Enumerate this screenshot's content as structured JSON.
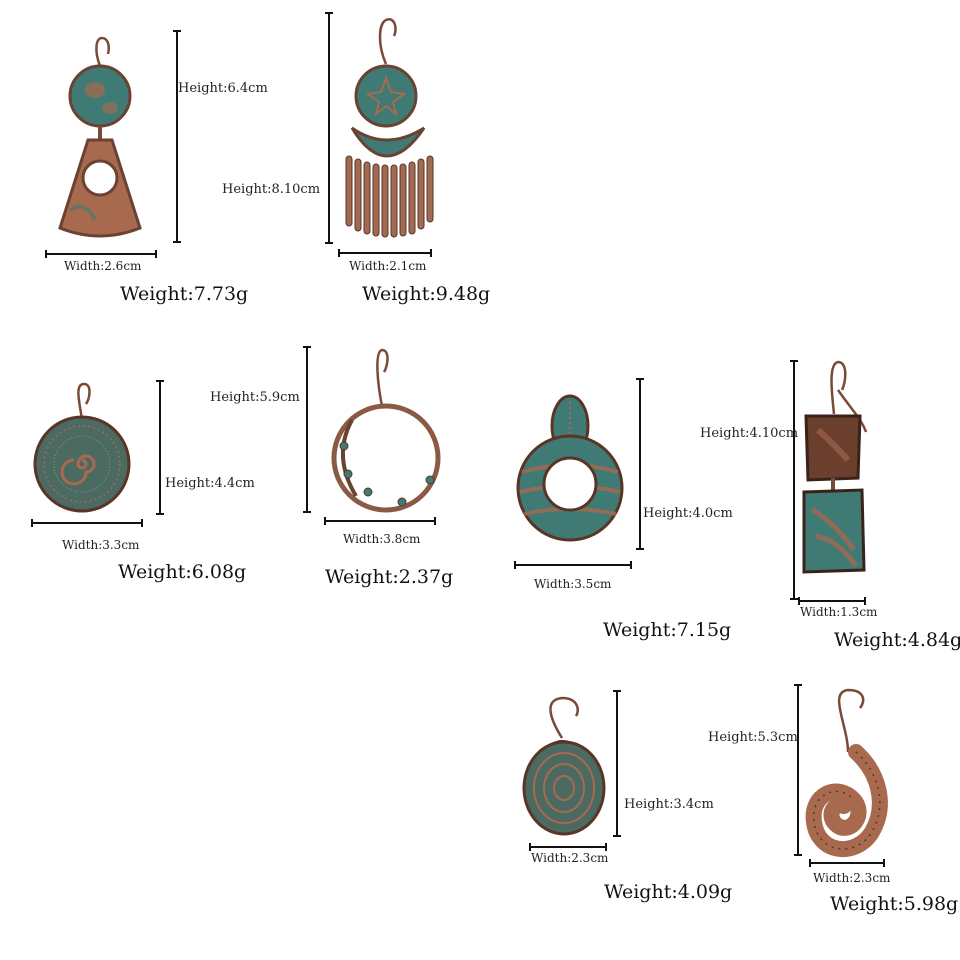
{
  "colors": {
    "copper": "#a86a4e",
    "patina": "#3f7a74",
    "dark_copper": "#5a3526",
    "wire": "#7a4a36"
  },
  "earrings": [
    {
      "height": "Height:6.4cm",
      "width": "Width:2.6cm",
      "weight": "Weight:7.73g"
    },
    {
      "height": "Height:8.10cm",
      "width": "Width:2.1cm",
      "weight": "Weight:9.48g"
    },
    {
      "height": "Height:4.4cm",
      "width": "Width:3.3cm",
      "weight": "Weight:6.08g"
    },
    {
      "height": "Height:5.9cm",
      "width": "Width:3.8cm",
      "weight": "Weight:2.37g"
    },
    {
      "height": "Height:4.0cm",
      "width": "Width:3.5cm",
      "weight": "Weight:7.15g"
    },
    {
      "height": "Height:4.10cm",
      "width": "Width:1.3cm",
      "weight": "Weight:4.84g"
    },
    {
      "height": "Height:3.4cm",
      "width": "Width:2.3cm",
      "weight": "Weight:4.09g"
    },
    {
      "height": "Height:5.3cm",
      "width": "Width:2.3cm",
      "weight": "Weight:5.98g"
    }
  ]
}
